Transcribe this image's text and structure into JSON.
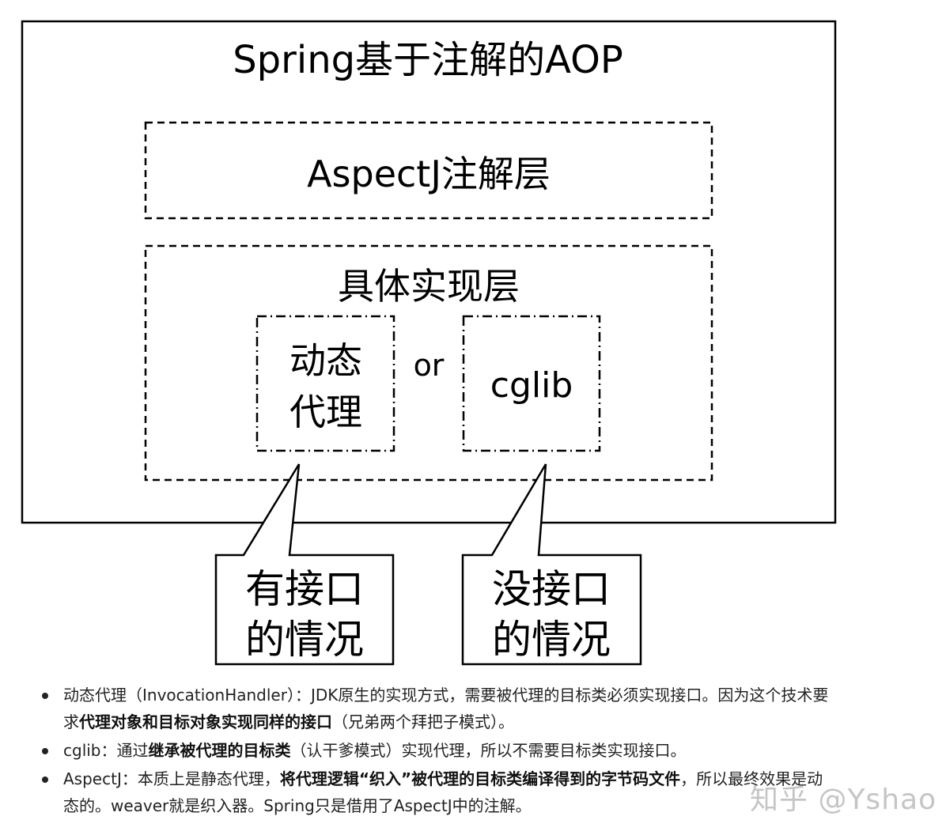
{
  "diagram": {
    "title": "Spring基于注解的AOP",
    "aspectj_layer": "AspectJ注解层",
    "impl_layer": "具体实现层",
    "dynamic_proxy": [
      "动态",
      "代理"
    ],
    "or": "or",
    "cglib": "cglib",
    "callout_left": [
      "有接口",
      "的情况"
    ],
    "callout_right": [
      "没接口",
      "的情况"
    ]
  },
  "notes": [
    {
      "before": "动态代理（InvocationHandler）：JDK原生的实现方式，需要被代理的目标类必须实现接口。因为这个技术要求",
      "bold": "代理对象和目标对象实现同样的接口",
      "after": "（兄弟两个拜把子模式）。"
    },
    {
      "before": "cglib：通过",
      "bold": "继承被代理的目标类",
      "after": "（认干爹模式）实现代理，所以不需要目标类实现接口。"
    },
    {
      "before": "AspectJ：本质上是静态代理，",
      "bold": "将代理逻辑“织入”被代理的目标类编译得到的字节码文件",
      "after": "，所以最终效果是动态的。weaver就是织入器。Spring只是借用了AspectJ中的注解。"
    }
  ],
  "watermark": "知乎 @Yshao"
}
